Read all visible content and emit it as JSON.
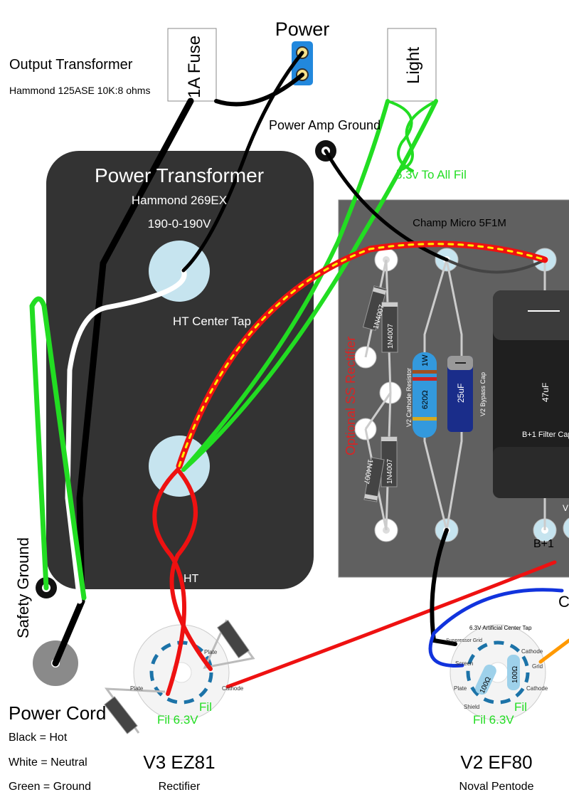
{
  "labels": {
    "power": "Power",
    "output_transformer": "Output Transformer",
    "output_transformer_model": "Hammond 125ASE 10K:8 ohms",
    "fuse": "1A Fuse",
    "light": "Light",
    "power_amp_ground": "Power Amp Ground",
    "fil_to_all": "6.3v To All Fil",
    "power_transformer": "Power Transformer",
    "power_transformer_model": "Hammond 269EX",
    "power_transformer_voltage": "190-0-190V",
    "ht_center_tap": "HT Center Tap",
    "ht": "HT",
    "safety_ground": "Safety Ground",
    "power_cord": "Power Cord",
    "wire_black": "Black = Hot",
    "wire_white": "White = Neutral",
    "wire_green": "Green = Ground",
    "board_title": "Champ Micro 5F1M",
    "ss_rectifier": "Optional SS Rectifier",
    "diode": "1N4007",
    "v2_cathode_resistor": "V2 Cathode Resistor",
    "resistor_watt": "1W",
    "resistor_value": "620Ω",
    "bypass_cap_value": "25uF",
    "v2_bypass_cap": "V2 Bypass Cap",
    "filter_cap_value": "47uF",
    "filter_cap_label": "B+1 Filter Cap",
    "b_plus_1": "B+1",
    "v3_name": "V3 EZ81",
    "v3_role": "Rectifier",
    "v2_name": "V2  EF80",
    "v2_role": "Noval Pentode",
    "fil_63": "Fil 6.3V",
    "fil": "Fil",
    "pin_plate": "Plate",
    "pin_cathode": "Cathode",
    "pin_suppressor": "Suppressor Grid",
    "pin_screen": "Screen",
    "pin_shield": "Shield",
    "pin_grid": "Grid",
    "artificial_ct": "6.3V Artificial Center Tap",
    "resistor_100": "100Ω",
    "c_label": "C",
    "v_label": "V"
  },
  "colors": {
    "hot": "#000000",
    "neutral": "#ffffff",
    "ground": "#22dd22",
    "ht": "#ee1111",
    "b_plus": "#ffee00",
    "transformer": "#333333",
    "board": "#555555",
    "fil_label": "#22dd22",
    "rectifier_label": "#dd2222"
  }
}
